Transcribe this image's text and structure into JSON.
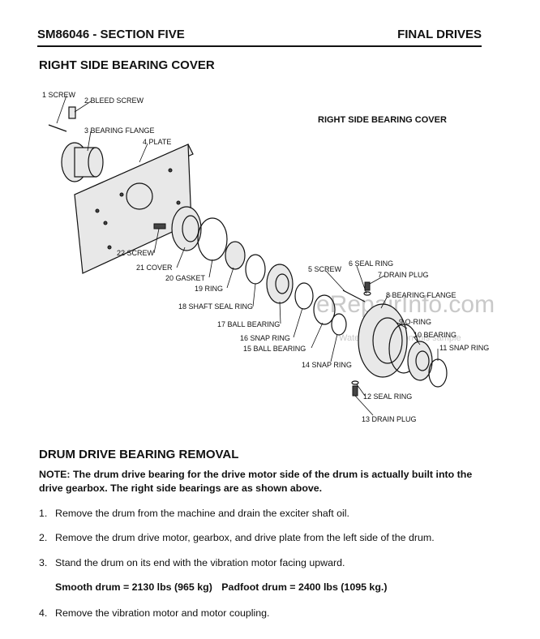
{
  "header": {
    "doc_section": "SM86046 - SECTION FIVE",
    "chapter": "FINAL DRIVES"
  },
  "figure": {
    "section_title": "RIGHT SIDE BEARING COVER",
    "caption": "RIGHT SIDE BEARING COVER",
    "watermark": "eRepairInfo.com",
    "watermark_small": "Watermark only on this sample",
    "labels": {
      "l1": "1  SCREW",
      "l2": "2  BLEED SCREW",
      "l3": "3  BEARING FLANGE",
      "l4": "4  PLATE",
      "l5": "5  SCREW",
      "l6": "6  SEAL RING",
      "l7": "7  DRAIN PLUG",
      "l8": "8  BEARING FLANGE",
      "l9": "9  O-RING",
      "l10": "10  BEARING",
      "l11": "11  SNAP RING",
      "l12": "12  SEAL RING",
      "l13": "13  DRAIN PLUG",
      "l14": "14  SNAP RING",
      "l15": "15 BALL BEARING",
      "l16": "16 SNAP RING",
      "l17": "17  BALL BEARING",
      "l18": "18  SHAFT SEAL RING",
      "l19": "19  RING",
      "l20": "20  GASKET",
      "l21": "21  COVER",
      "l22": "22  SCREW"
    }
  },
  "removal": {
    "title": "DRUM DRIVE BEARING REMOVAL",
    "note_line1": "NOTE: The drum drive bearing for the drive motor side of the drum is actually built into the",
    "note_line2": "drive gearbox. The right side bearings are as shown above.",
    "steps": [
      {
        "num": "1.",
        "text": "Remove the drum from the machine and drain the exciter shaft oil."
      },
      {
        "num": "2.",
        "text": "Remove the drum drive motor, gearbox, and drive plate from the left side of the drum."
      },
      {
        "num": "3.",
        "text": "Stand the drum on its end with the vibration motor facing upward."
      },
      {
        "num": "4.",
        "text": "Remove the vibration motor and motor coupling."
      }
    ],
    "weights": {
      "smooth": "Smooth drum = 2130 lbs (965 kg)",
      "padfoot": "Padfoot drum = 2400 lbs (1095 kg.)"
    }
  }
}
